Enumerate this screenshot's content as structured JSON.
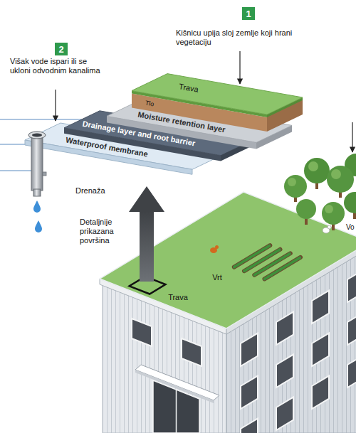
{
  "diagram": {
    "labels": [
      "1",
      "Kišnicu upija sloj zemlje koji hrani vegetaciju",
      "2",
      "Višak vode ispari ili se ukloni odvodnim kanalima",
      "Trava",
      "Tlo",
      "Moisture retention layer",
      "Drainage layer and root barrier",
      "Waterproof membrane",
      "Drenaža",
      "Detaljnije prikazana površina",
      "Vo",
      "Vrt",
      "Trava"
    ]
  }
}
